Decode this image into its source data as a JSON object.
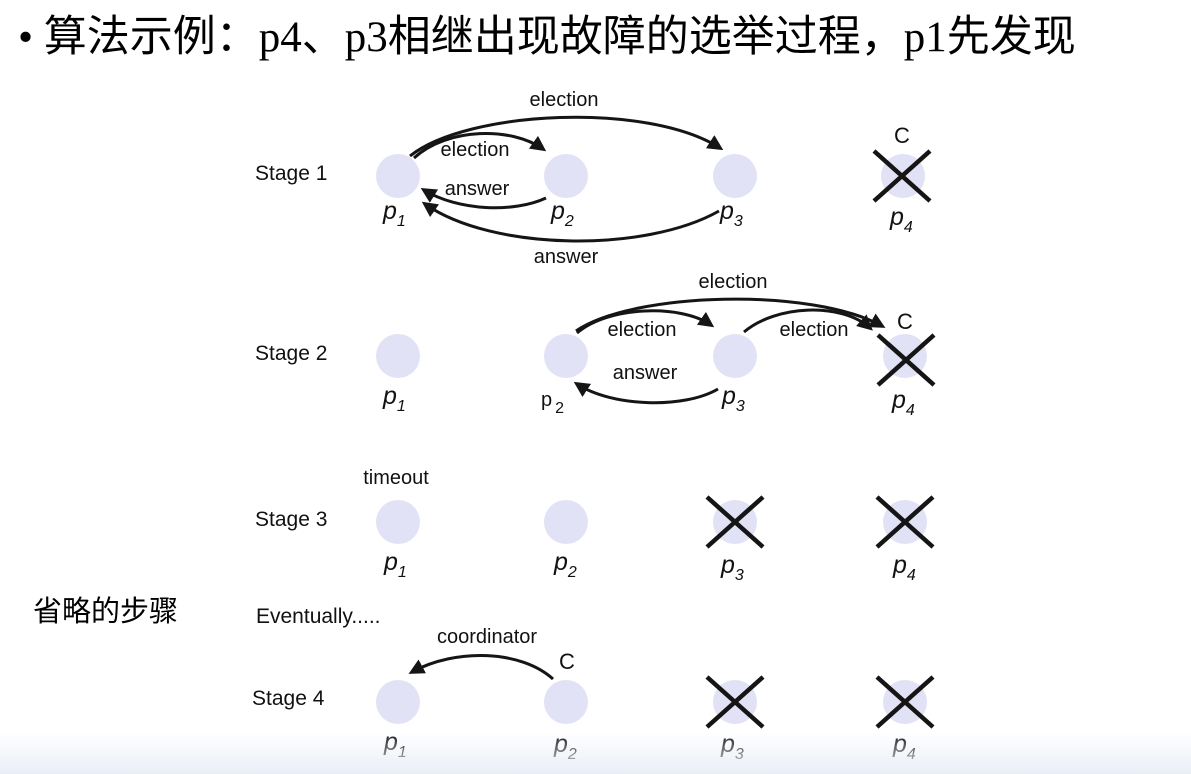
{
  "title": "• 算法示例：p4、p3相继出现故障的选举过程，p1先发现",
  "side_note": "省略的步骤",
  "eventually_label": "Eventually.....",
  "colors": {
    "process_fill": "#e2e2f7",
    "ink": "#151515"
  },
  "stages": [
    {
      "label": "Stage 1",
      "messages": {
        "election_long": "election",
        "election_short": "election",
        "answer_short": "answer",
        "answer_long": "answer"
      },
      "processes": [
        {
          "base": "p",
          "sub": "1",
          "crossed": false
        },
        {
          "base": "p",
          "sub": "2",
          "crossed": false
        },
        {
          "base": "p",
          "sub": "3",
          "crossed": false
        },
        {
          "base": "p",
          "sub": "4",
          "crossed": true,
          "coordinator_mark": "C"
        }
      ]
    },
    {
      "label": "Stage 2",
      "messages": {
        "election_long": "election",
        "election_p2_p3": "election",
        "election_p3_p4": "election",
        "answer": "answer"
      },
      "processes": [
        {
          "base": "p",
          "sub": "1",
          "crossed": false
        },
        {
          "base": "p",
          "sub": "2",
          "crossed": false
        },
        {
          "base": "p",
          "sub": "3",
          "crossed": false
        },
        {
          "base": "p",
          "sub": "4",
          "crossed": true,
          "coordinator_mark": "C"
        }
      ]
    },
    {
      "label": "Stage 3",
      "messages": {
        "timeout": "timeout"
      },
      "processes": [
        {
          "base": "p",
          "sub": "1",
          "crossed": false
        },
        {
          "base": "p",
          "sub": "2",
          "crossed": false
        },
        {
          "base": "p",
          "sub": "3",
          "crossed": true
        },
        {
          "base": "p",
          "sub": "4",
          "crossed": true
        }
      ]
    },
    {
      "label": "Stage 4",
      "messages": {
        "coordinator": "coordinator"
      },
      "processes": [
        {
          "base": "p",
          "sub": "1",
          "crossed": false
        },
        {
          "base": "p",
          "sub": "2",
          "crossed": false,
          "coordinator_mark": "C"
        },
        {
          "base": "p",
          "sub": "3",
          "crossed": true
        },
        {
          "base": "p",
          "sub": "4",
          "crossed": true
        }
      ]
    }
  ]
}
